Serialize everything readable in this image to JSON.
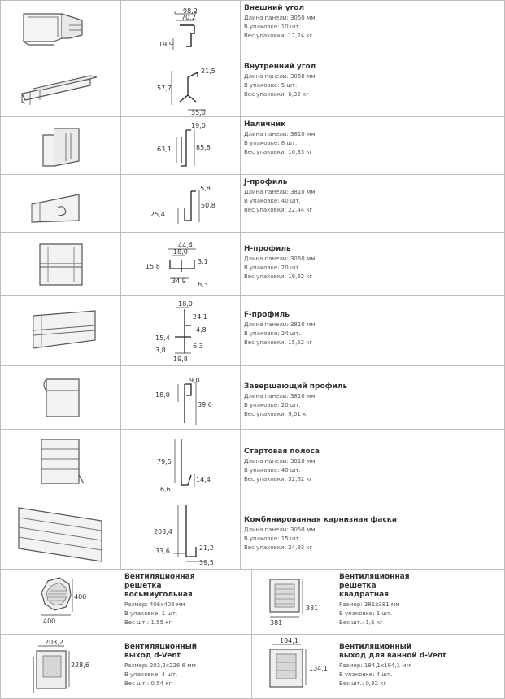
{
  "products": [
    {
      "title": "Внешний угол",
      "length": "Длина панели: 3050 мм",
      "pack": "В упаковке: 10 шт.",
      "weight": "Вес упаковки: 17,24 кг",
      "dims": [
        "98,2",
        "70,2",
        "19,9"
      ]
    },
    {
      "title": "Внутренний угол",
      "length": "Длина панели: 3050 мм",
      "pack": "В упаковке: 5 шт.",
      "weight": "Вес упаковки: 6,32 кг",
      "dims": [
        "21,5",
        "57,7",
        "35,0"
      ]
    },
    {
      "title": "Наличник",
      "length": "Длина панели: 3810 мм",
      "pack": "В упаковке: 8 шт.",
      "weight": "Вес упаковки: 10,33 кг",
      "dims": [
        "19,0",
        "63,1",
        "85,8"
      ]
    },
    {
      "title": "J-профиль",
      "length": "Длина панели: 3810 мм",
      "pack": "В упаковке: 40 шт.",
      "weight": "Вес упаковки: 22,44 кг",
      "dims": [
        "15,8",
        "50,8",
        "25,4"
      ]
    },
    {
      "title": "H-профиль",
      "length": "Длина панели: 3050 мм",
      "pack": "В упаковке: 20 шт.",
      "weight": "Вес упаковки: 19,62 кг",
      "dims": [
        "44,4",
        "18,0",
        "15,8",
        "3,1",
        "34,9",
        "6,3"
      ]
    },
    {
      "title": "F-профиль",
      "length": "Длина панели: 3810 мм",
      "pack": "В упаковке: 24 шт.",
      "weight": "Вес упаковки: 15,52 кг",
      "dims": [
        "18,0",
        "24,1",
        "4,8",
        "15,4",
        "3,8",
        "6,3",
        "19,8"
      ]
    },
    {
      "title": "Завершающий профиль",
      "length": "Длина панели: 3810 мм",
      "pack": "В упаковке: 20 шт.",
      "weight": "Вес упаковки: 9,01 кг",
      "dims": [
        "9,0",
        "18,0",
        "39,6"
      ]
    },
    {
      "title": "Стартовая полоса",
      "length": "Длина панели: 3810 мм",
      "pack": "В упаковке: 40 шт.",
      "weight": "Вес упаковки: 32,62 кг",
      "dims": [
        "79,5",
        "14,4",
        "6,6"
      ]
    },
    {
      "title": "Комбинированная карнизная фаска",
      "length": "Длина панели: 3050 мм",
      "pack": "В упаковке: 15 шт.",
      "weight": "Вес упаковки: 24,93 кг",
      "dims": [
        "203,4",
        "21,2",
        "33,6",
        "39,5"
      ]
    }
  ],
  "vents": [
    {
      "title": [
        "Вентиляционная",
        "решетка",
        "восьмиугольная"
      ],
      "size": "Размер: 406x406 мм",
      "pack": "В упаковке: 1 шт.",
      "weight": "Вес шт.: 1,55 кг",
      "dims": [
        "406",
        "400"
      ]
    },
    {
      "title": [
        "Вентиляционная",
        "решетка",
        "квадратная"
      ],
      "size": "Размер: 381x381 мм",
      "pack": "В упаковке: 1 шт.",
      "weight": "Вес шт.: 1,6 кг",
      "dims": [
        "381",
        "381"
      ]
    },
    {
      "title": [
        "Вентиляционный",
        "выход d-Vent"
      ],
      "size": "Размер: 203,2x226,6 мм",
      "pack": "В упаковке: 4 шт.",
      "weight": "Вес шт.: 0,54 кг",
      "dims": [
        "203,2",
        "228,6"
      ]
    },
    {
      "title": [
        "Вентиляционный",
        "выход для ванной d-Vent"
      ],
      "size": "Размер: 184,1x184,1 мм",
      "pack": "В упаковке: 4 шт.",
      "weight": "Вес шт.: 0,32 кг",
      "dims": [
        "184,1",
        "134,1"
      ]
    }
  ]
}
